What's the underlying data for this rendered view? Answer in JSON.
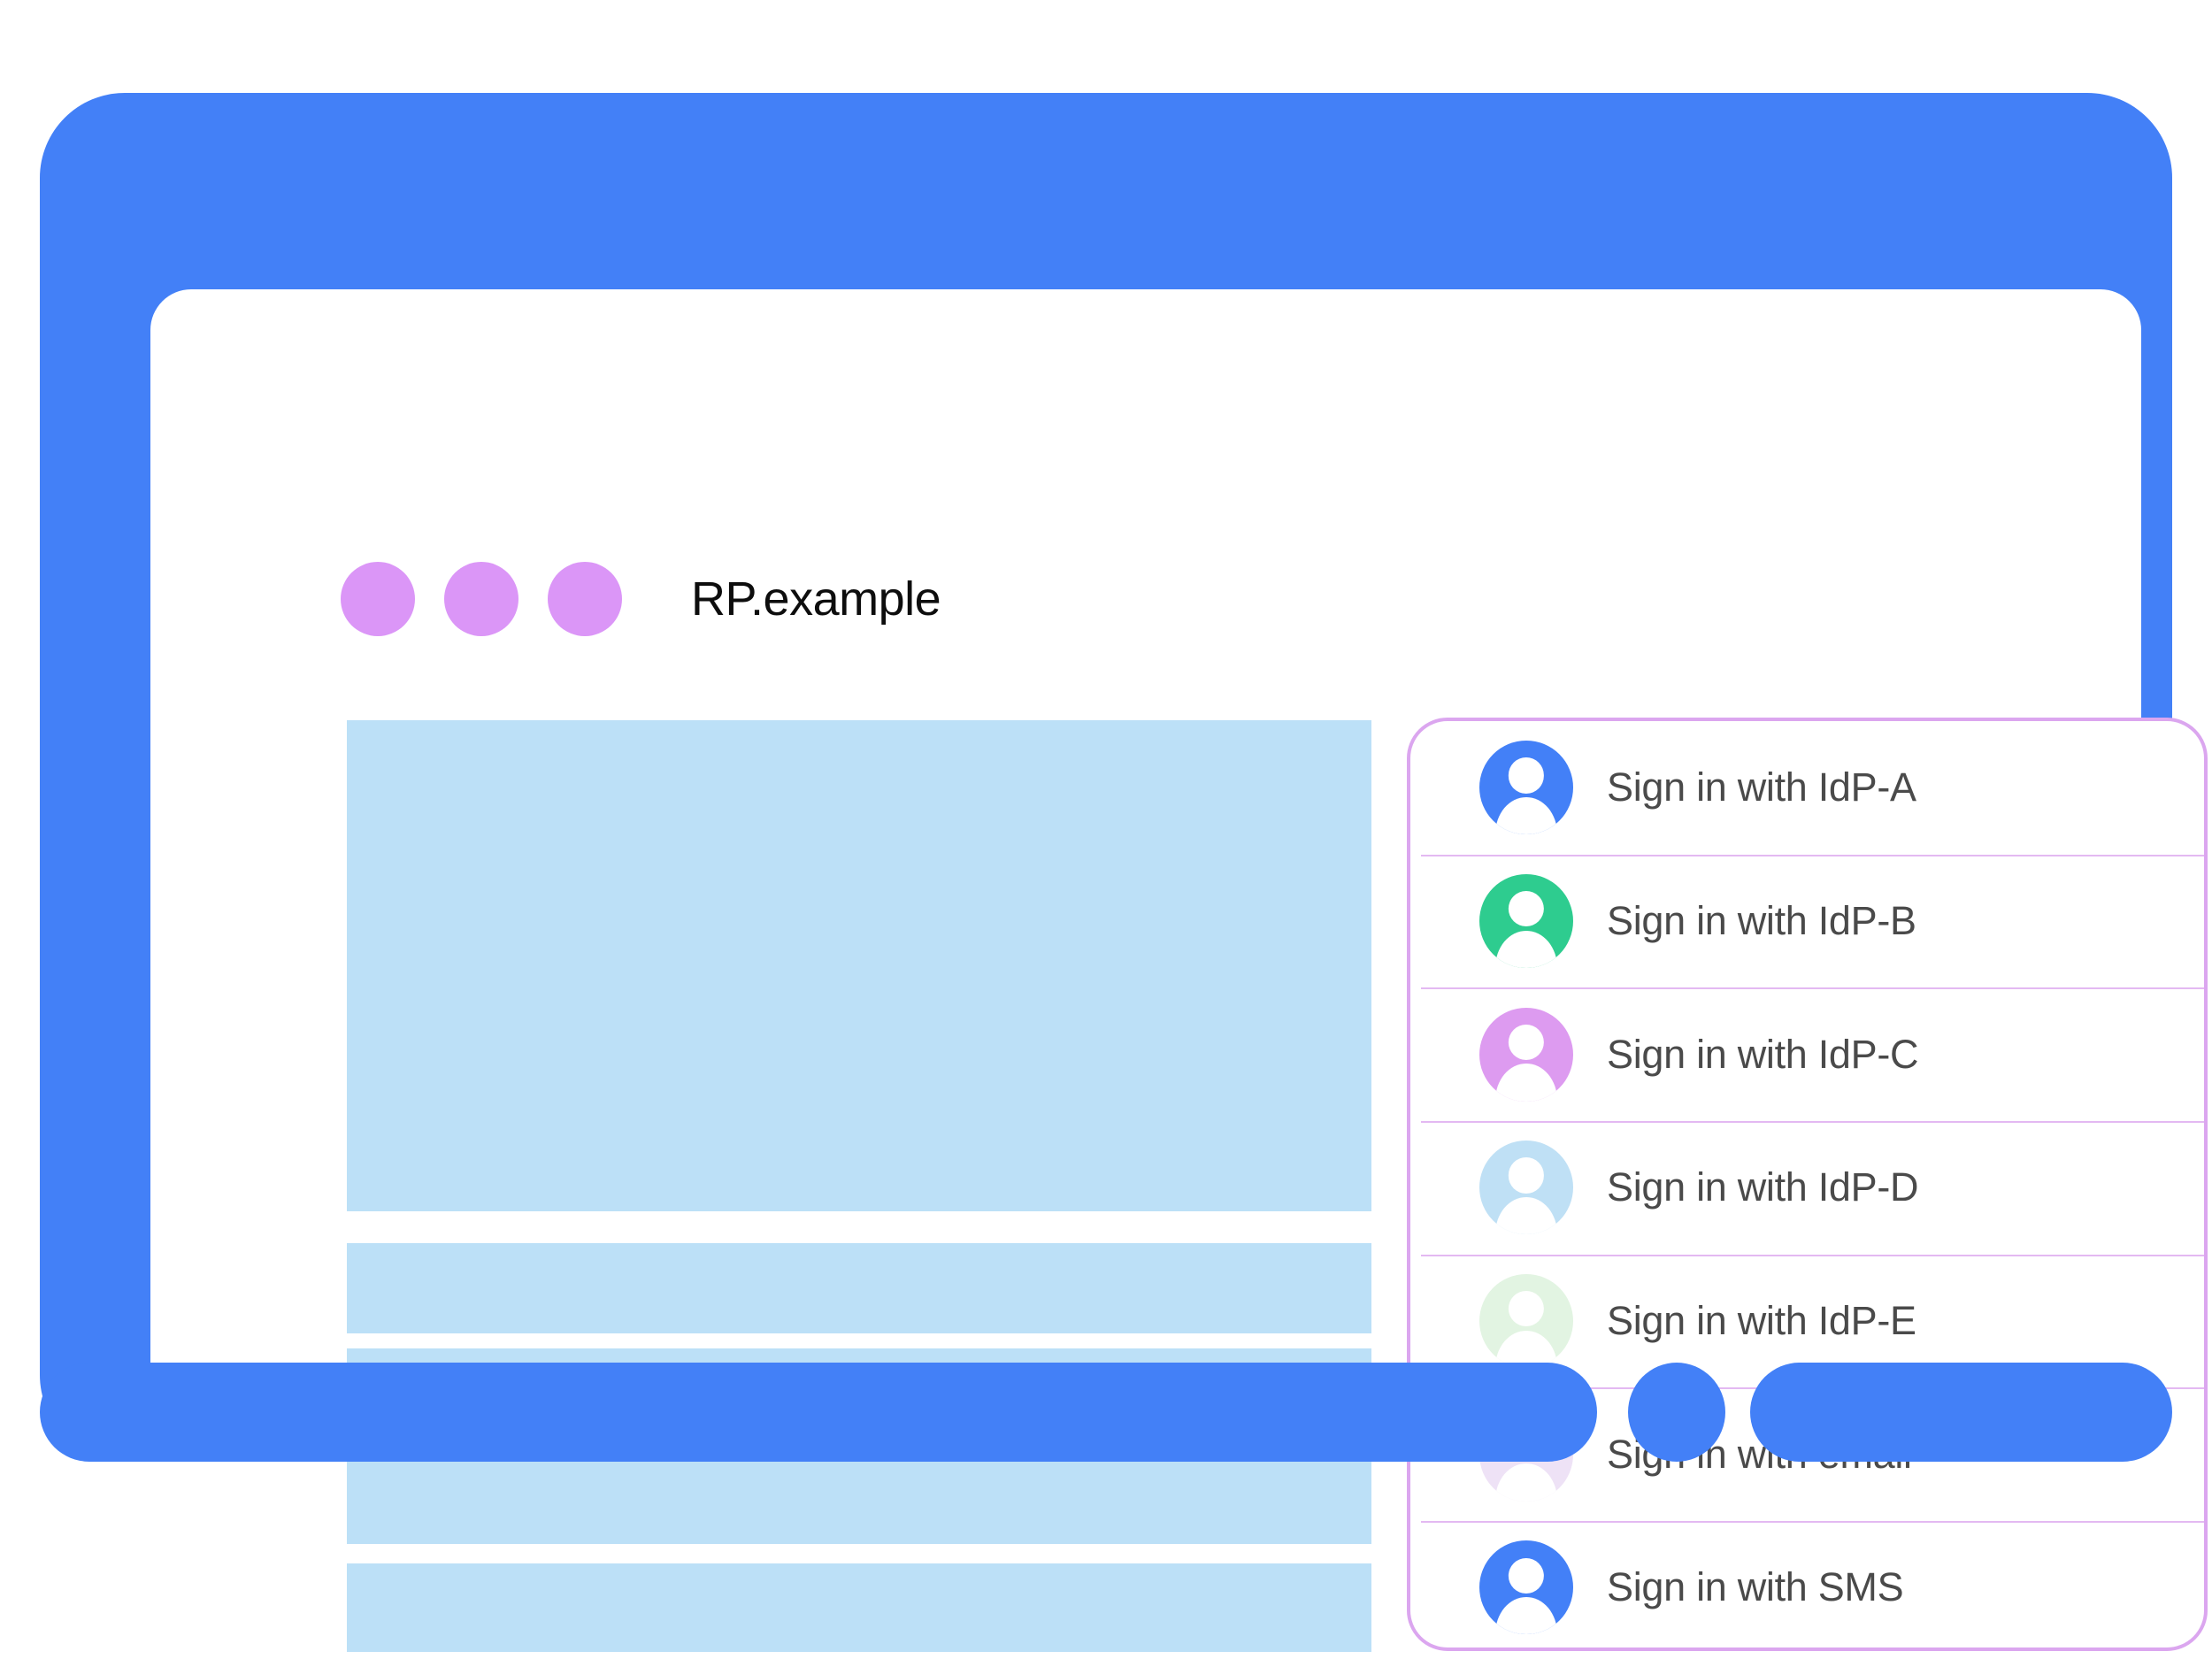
{
  "window": {
    "title": "RP.example",
    "dots": [
      "window-dot-1",
      "window-dot-2",
      "window-dot-3"
    ],
    "frame_color": "#4380f7",
    "dot_color": "#db96f7"
  },
  "page_content": {
    "placeholder_color": "#bce0f7",
    "blocks": [
      {
        "name": "hero-block"
      },
      {
        "name": "text-line-1"
      },
      {
        "name": "text-line-2"
      },
      {
        "name": "text-line-3"
      },
      {
        "name": "text-line-4"
      }
    ]
  },
  "account_chooser": {
    "border_color": "#dba6ef",
    "divider_color": "#e3b9f2",
    "label_color": "#4a4a4a",
    "options": [
      {
        "label": "Sign in with IdP-A",
        "icon": "avatar-icon",
        "avatar_color": "#4380f7"
      },
      {
        "label": "Sign in with IdP-B",
        "icon": "avatar-icon",
        "avatar_color": "#2ecc8f"
      },
      {
        "label": "Sign in with IdP-C",
        "icon": "avatar-icon",
        "avatar_color": "#dd9bf0"
      },
      {
        "label": "Sign in with IdP-D",
        "icon": "avatar-icon",
        "avatar_color": "#bfe0f5"
      },
      {
        "label": "Sign in with IdP-E",
        "icon": "avatar-icon",
        "avatar_color": "#e2f4e2"
      },
      {
        "label": "Sign in with email",
        "icon": "avatar-icon",
        "avatar_color": "#eee2f6"
      },
      {
        "label": "Sign in with SMS",
        "icon": "avatar-icon",
        "avatar_color": "#4380f7"
      }
    ]
  },
  "device": {
    "home_button": "home-button"
  }
}
